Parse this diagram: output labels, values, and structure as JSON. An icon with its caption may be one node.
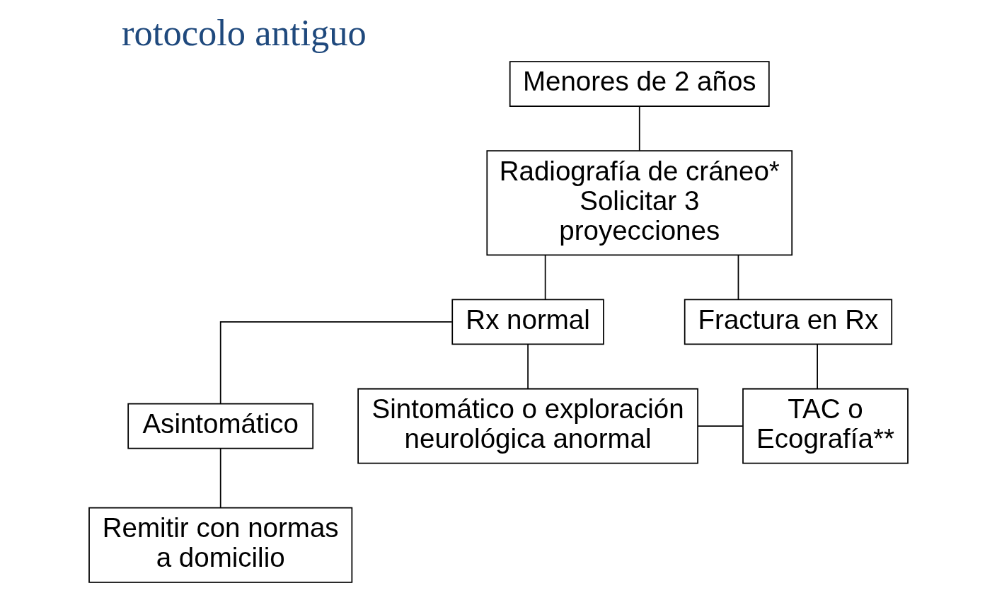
{
  "diagram": {
    "title": "rotocolo antiguo",
    "nodes": [
      {
        "text": [
          "Menores de 2 años"
        ]
      },
      {
        "text": [
          "Radiografía de cráneo* Solicitar 3 proyecciones"
        ]
      },
      {
        "text": [
          "Rx normal"
        ]
      },
      {
        "text": [
          "Fractura en Rx"
        ]
      },
      {
        "text": [
          "Asintomático"
        ]
      },
      {
        "text": [
          "Sintomático o exploración neurológica anormal"
        ]
      },
      {
        "text": [
          "TAC o Ecografía**"
        ]
      },
      {
        "text": [
          "Remitir con normas a domicilio"
        ]
      }
    ],
    "edges": [
      {
        "from": 0,
        "to": 1,
        "arrow": "none"
      },
      {
        "from": 1,
        "to": 2,
        "arrow": "none"
      },
      {
        "from": 1,
        "to": 3,
        "arrow": "none"
      },
      {
        "from": 2,
        "to": 4,
        "arrow": "none"
      },
      {
        "from": 2,
        "to": 5,
        "arrow": "none"
      },
      {
        "from": 3,
        "to": 6,
        "arrow": "none"
      },
      {
        "from": 5,
        "to": 6,
        "arrow": "none"
      },
      {
        "from": 4,
        "to": 7,
        "arrow": "none"
      }
    ]
  }
}
